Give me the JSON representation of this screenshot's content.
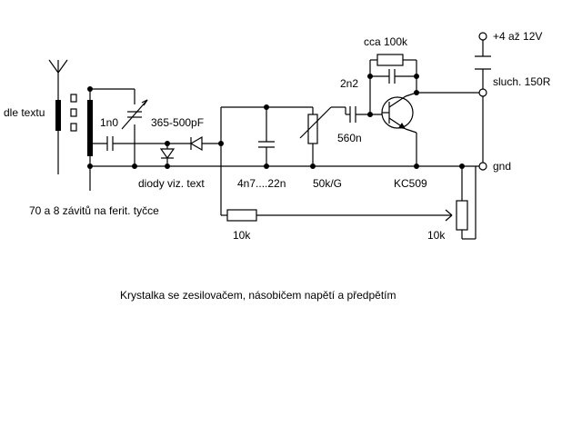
{
  "labels": {
    "dle_textu": "dle textu",
    "c_1n0": "1n0",
    "c_variable": "365-500pF",
    "diodes": "diody viz. text",
    "windings": "70 a 8 závitů na ferit. tyčce",
    "c_filter": "4n7....22n",
    "pot_50k": "50k/G",
    "c_560n": "560n",
    "c_2n2": "2n2",
    "r_feedback": "cca 100k",
    "transistor": "KC509",
    "supply": "+4 až 12V",
    "headphones": "sluch. 150R",
    "gnd": "gnd",
    "r_10k_a": "10k",
    "r_10k_b": "10k"
  },
  "caption": "Krystalka se zesilovačem, násobičem napětí a předpětím"
}
